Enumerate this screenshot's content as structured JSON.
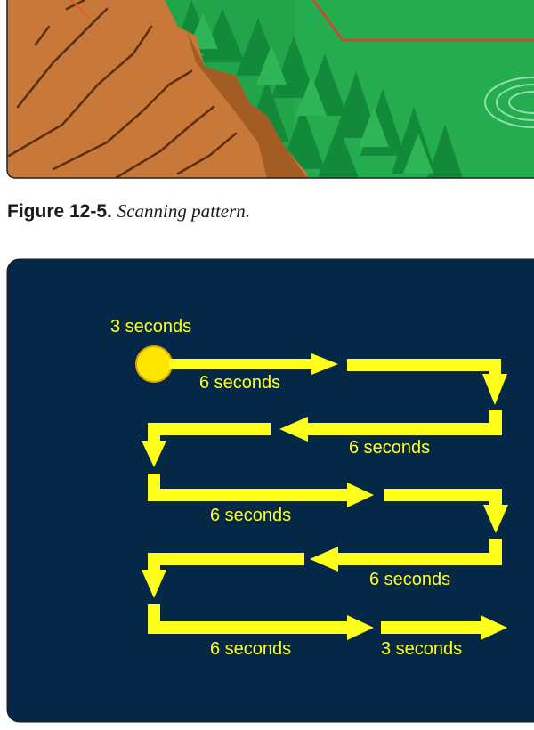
{
  "figure": {
    "label": "Figure 12-5.",
    "title": "Scanning pattern."
  },
  "colors": {
    "panel_background": "#062847",
    "arrow_yellow": "#ffff1a",
    "start_dot": "#ffe600",
    "forest_green": "#1fa046",
    "cliff_brown": "#c8793a"
  },
  "diagram": {
    "start_label": "3 seconds",
    "segments": [
      {
        "label": "6 seconds"
      },
      {
        "label": "6 seconds"
      },
      {
        "label": "6 seconds"
      },
      {
        "label": "6 seconds"
      },
      {
        "label": "6 seconds"
      },
      {
        "label": "3 seconds"
      }
    ]
  }
}
